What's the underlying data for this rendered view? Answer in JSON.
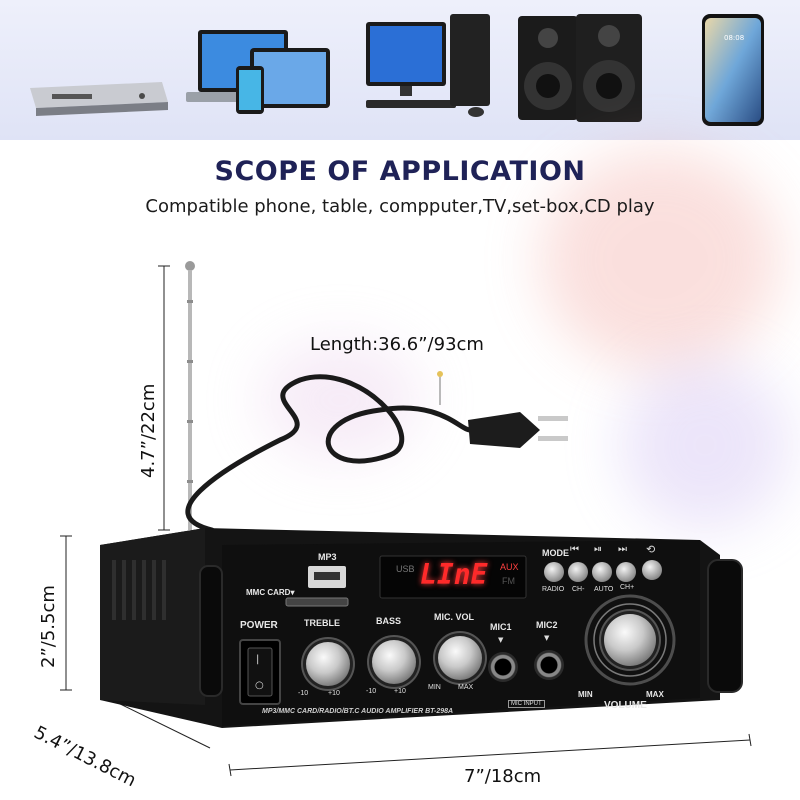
{
  "banner": {
    "devices": [
      {
        "name": "dvd-player"
      },
      {
        "name": "laptop-and-tablets"
      },
      {
        "name": "desktop-computer"
      },
      {
        "name": "speakers"
      },
      {
        "name": "smartphone"
      }
    ],
    "phone_time": "08:08"
  },
  "scope": {
    "title": "SCOPE OF APPLICATION",
    "subtitle": "Compatible phone, table, compputer,TV,set-box,CD play"
  },
  "dimensions": {
    "length": "Length:36.6”/93cm",
    "antenna_height": "4.7”/22cm",
    "unit_height": "2”/5.5cm",
    "depth": "5.4”/13.8cm",
    "width": "7”/18cm"
  },
  "amplifier": {
    "mp3": "MP3",
    "mmc_card": "MMC CARD▾",
    "usb": "USB",
    "display_text": "LInE",
    "aux": "AUX",
    "fm": "FM",
    "mode": "MODE",
    "radio": "RADIO",
    "ch_minus": "CH-",
    "auto": "AUTO",
    "ch_plus": "CH+",
    "power": "POWER",
    "treble": "TREBLE",
    "bass": "BASS",
    "mic_vol": "MIC. VOL",
    "mic1": "MIC1",
    "mic2": "MIC2",
    "minus10_a": "-10",
    "plus10_a": "+10",
    "minus10_b": "-10",
    "plus10_b": "+10",
    "min_small": "MIN",
    "max_small": "MAX",
    "mic_input": "MIC INPUT",
    "volume": "VOLUME",
    "vol_min": "MIN",
    "vol_max": "MAX",
    "model_line": "MP3/MMC CARD/RADIO/BT.C AUDIO AMPLIFIER BT-298A"
  }
}
